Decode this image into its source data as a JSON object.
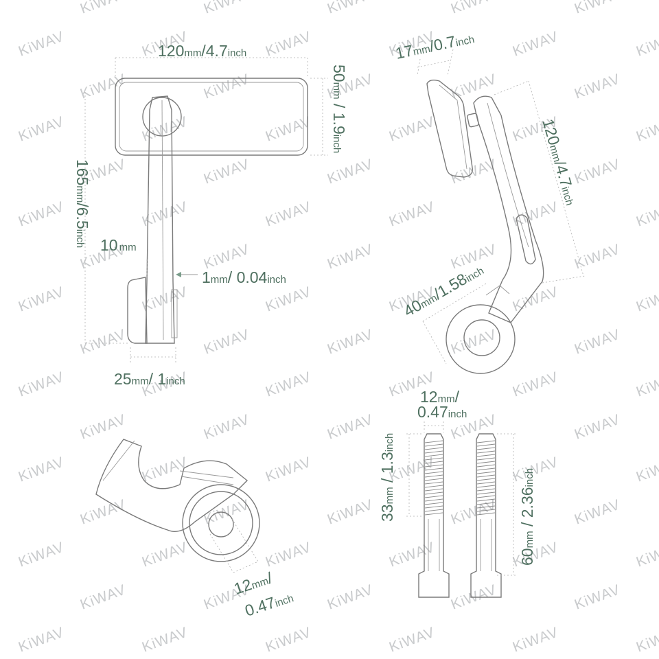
{
  "watermark": {
    "text": "KiWAV",
    "color": "#c9cbcd"
  },
  "colors": {
    "dimension_text": "#4f7060",
    "outline": "#7a7a7a"
  },
  "front_view": {
    "width": {
      "mm": "120",
      "mm_unit": "mm",
      "sep": "/",
      "inch": "4.7",
      "inch_unit": "inch"
    },
    "mirror_height": {
      "mm": "50",
      "mm_unit": "mm",
      "sep": " / ",
      "inch": "1.9",
      "inch_unit": "inch"
    },
    "total_height": {
      "mm": "165",
      "mm_unit": "mm",
      "sep": "/",
      "inch": "6.5",
      "inch_unit": "inch"
    },
    "gap": {
      "mm": "10",
      "mm_unit": "mm"
    },
    "thickness": {
      "mm": "1",
      "mm_unit": "mm",
      "sep": "/ ",
      "inch": "0.04",
      "inch_unit": "inch"
    },
    "clamp_width": {
      "mm": "25",
      "mm_unit": "mm",
      "sep": "/ ",
      "inch": "1",
      "inch_unit": "inch"
    }
  },
  "side_view": {
    "mirror_depth": {
      "mm": "17",
      "mm_unit": "mm",
      "sep": "/",
      "inch": "0.7",
      "inch_unit": "inch"
    },
    "arm_length": {
      "mm": "120",
      "mm_unit": "mm",
      "sep": "/",
      "inch": "4.7",
      "inch_unit": "inch"
    },
    "clamp_offset": {
      "mm": "40",
      "mm_unit": "mm",
      "sep": "/",
      "inch": "1.58",
      "inch_unit": "inch"
    }
  },
  "clamp_view": {
    "bore": {
      "mm": "12",
      "mm_unit": "mm",
      "sep": "/",
      "inch": "0.47",
      "inch_unit": "inch"
    }
  },
  "bolts": {
    "diameter": {
      "mm": "12",
      "mm_unit": "mm",
      "sep": "/",
      "inch": "0.47",
      "inch_unit": "inch"
    },
    "short_length": {
      "mm": "33",
      "mm_unit": "mm",
      "sep": " / ",
      "inch": "1.3",
      "inch_unit": "inch"
    },
    "long_length": {
      "mm": "60",
      "mm_unit": "mm",
      "sep": " / ",
      "inch": "2.36",
      "inch_unit": "inch"
    }
  }
}
